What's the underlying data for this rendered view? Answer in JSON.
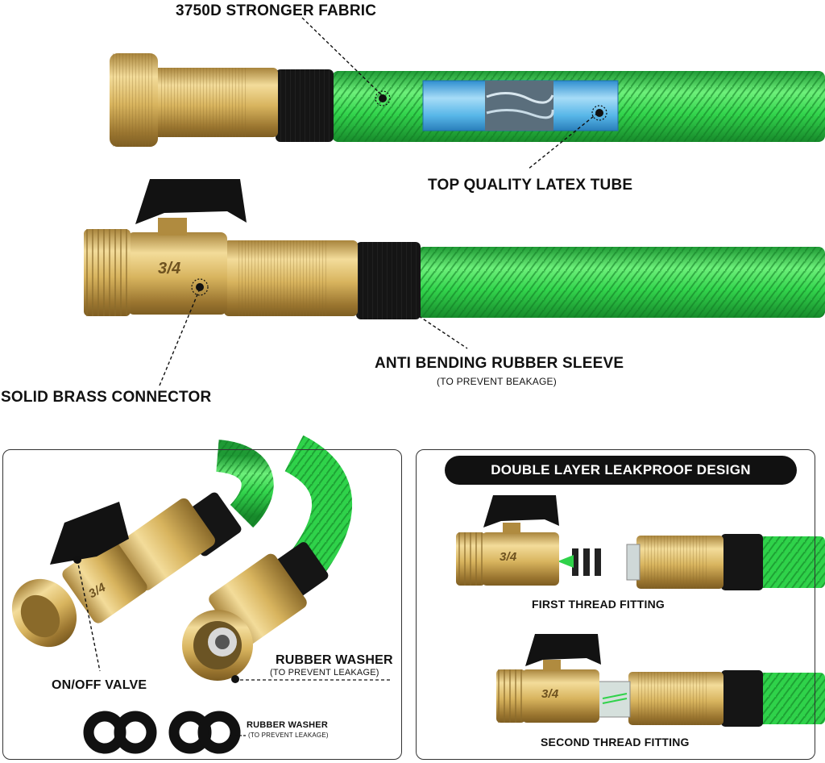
{
  "labels": {
    "fabric": "3750D STRONGER FABRIC",
    "latex_tube": "TOP QUALITY LATEX TUBE",
    "sleeve": "ANTI BENDING RUBBER SLEEVE",
    "sleeve_sub": "(TO PREVENT BEAKAGE)",
    "brass": "SOLID BRASS CONNECTOR",
    "valve": "ON/OFF VALVE",
    "washer": "RUBBER WASHER",
    "washer_sub": "(TO PREVENT LEAKAGE)",
    "washer_small": "RUBBER WASHER",
    "washer_small_sub": "(TO PREVENT LEAKAGE)",
    "leakproof": "DOUBLE LAYER LEAKPROOF DESIGN",
    "first_fitting": "FIRST THREAD FITTING",
    "second_fitting": "SECOND THREAD FITTING",
    "size_mark": "3/4"
  },
  "colors": {
    "hose_green": "#2fd24a",
    "brass": "#d9b765",
    "rubber": "#141414",
    "latex_blue": "#58b9ea"
  },
  "icons": [
    "hose",
    "brass-connector",
    "ball-valve-handle",
    "rubber-washer",
    "latex-tube"
  ]
}
